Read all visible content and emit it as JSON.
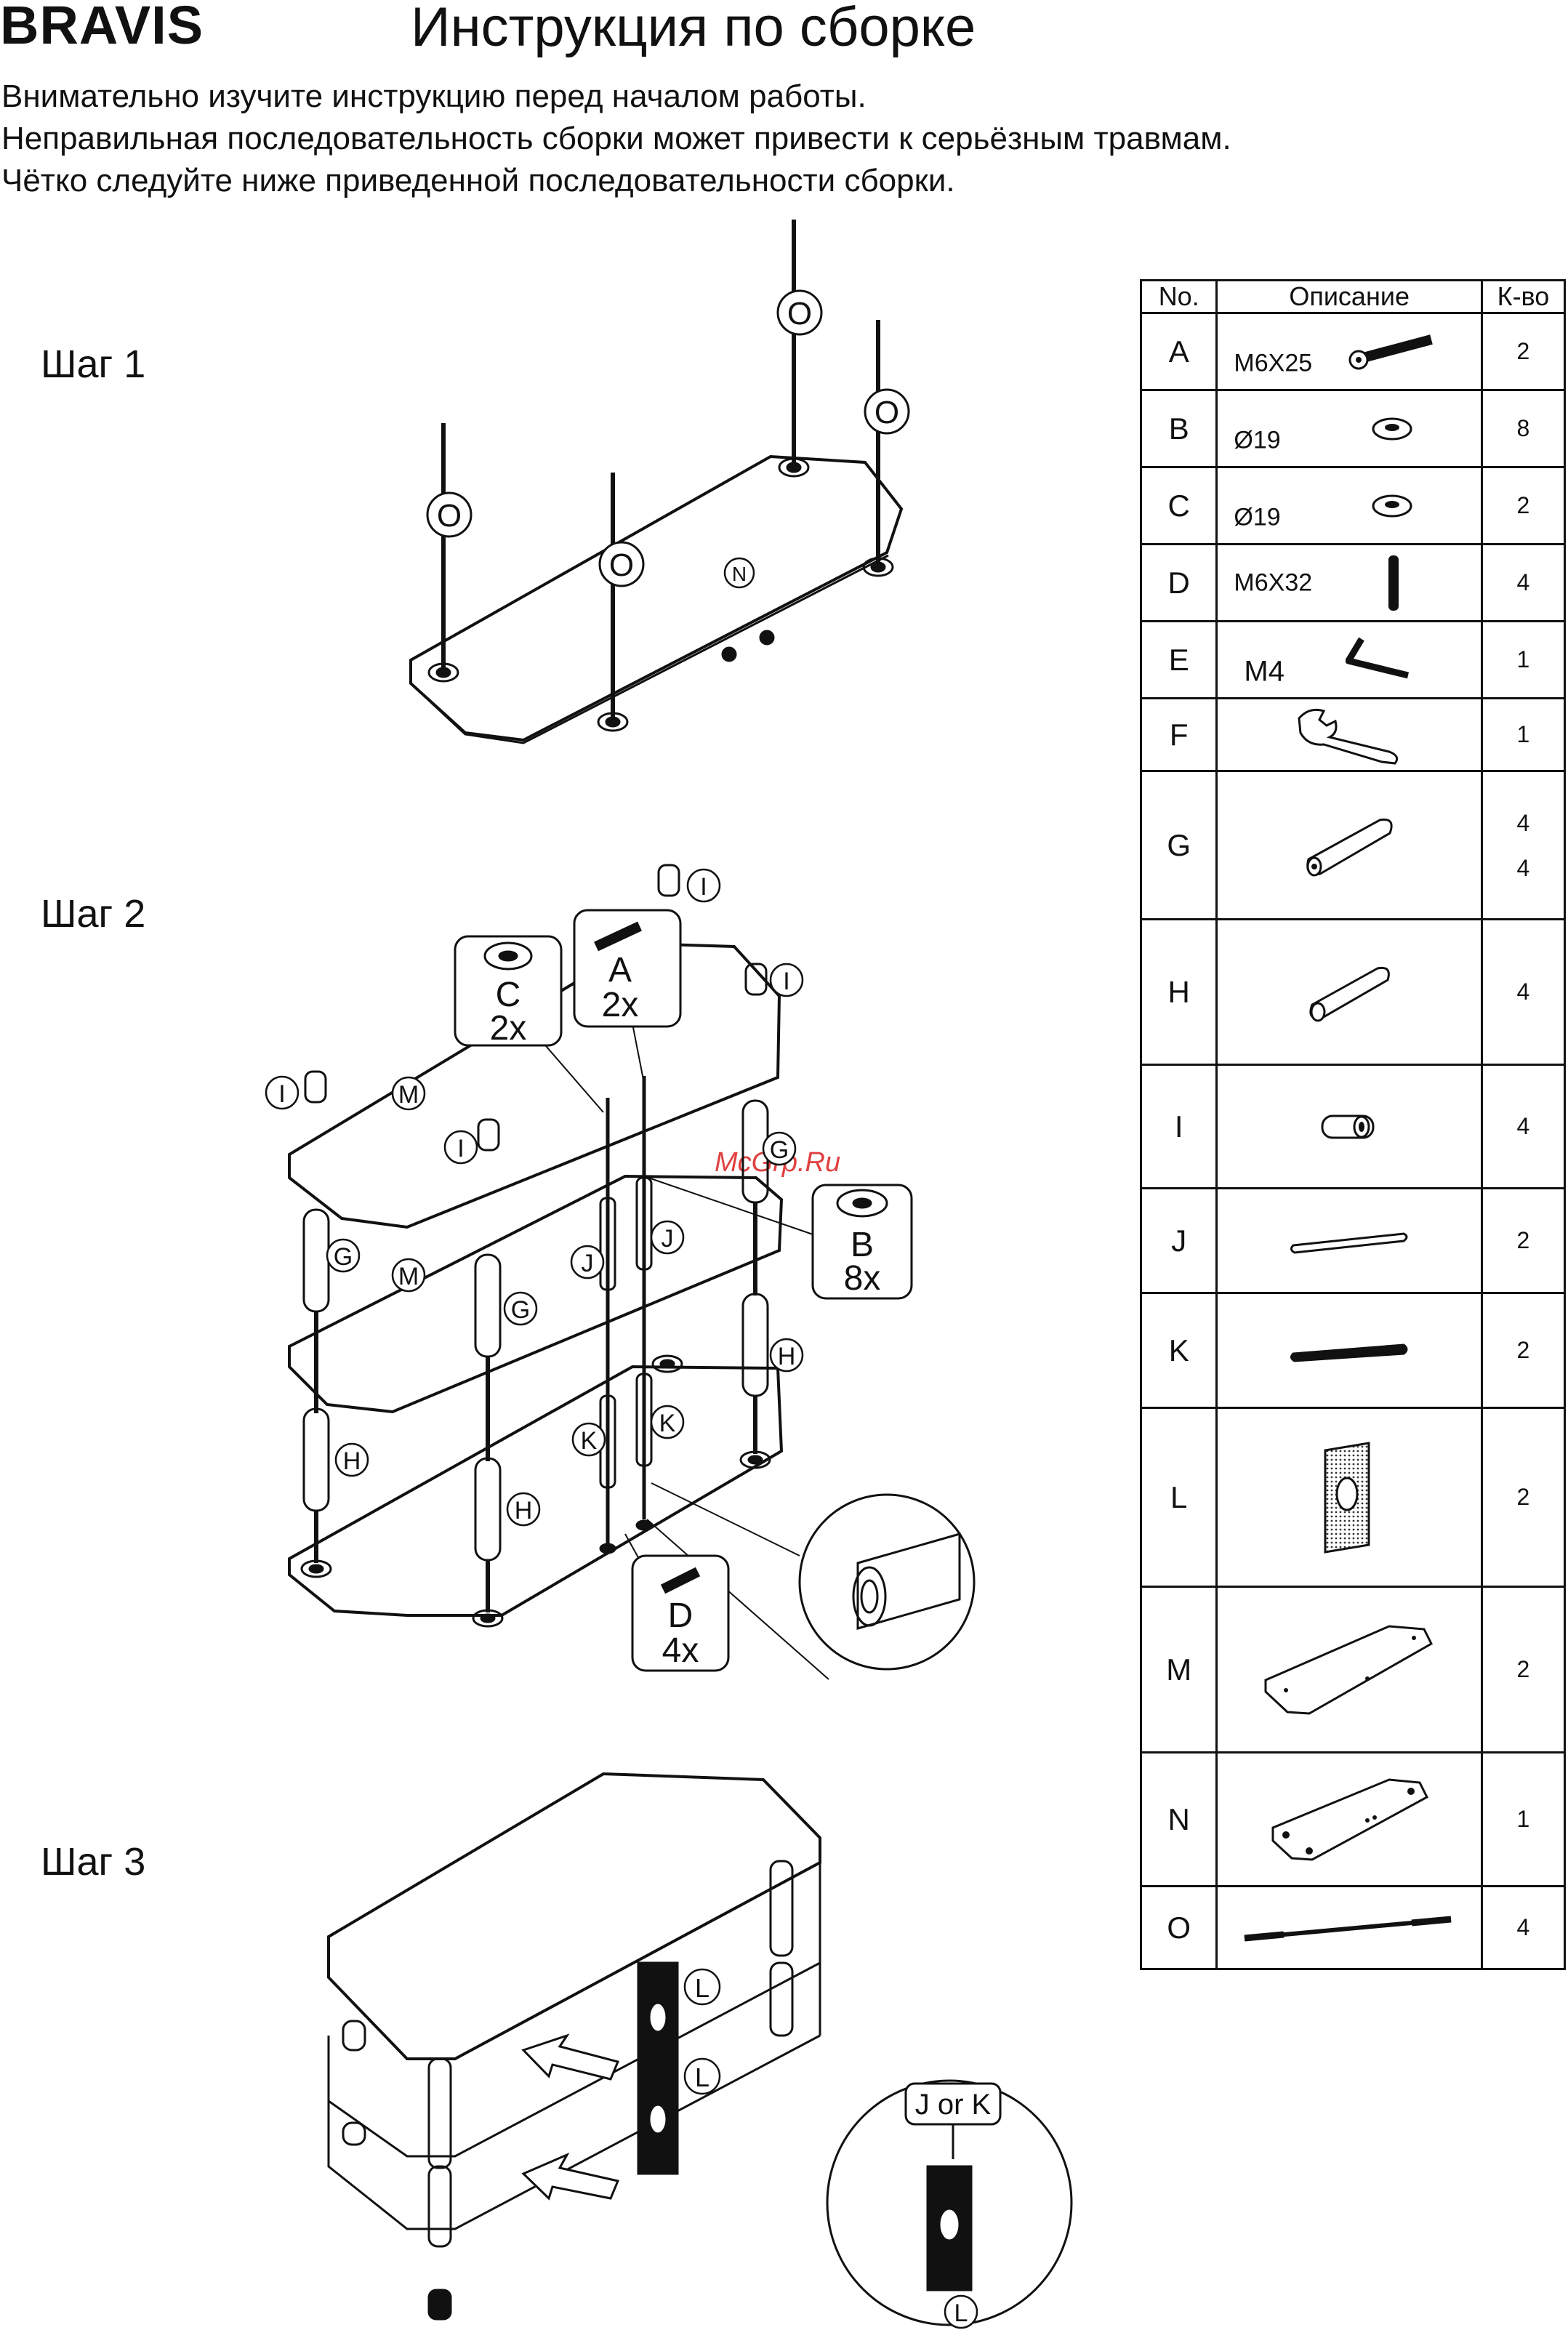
{
  "header": {
    "brand": "BRAVIS",
    "title": "Инструкция по сборке"
  },
  "intro": [
    "Внимательно изучите инструкцию  перед началом работы.",
    "Неправильная последовательность сборки может привести к серьёзным травмам.",
    "Чётко следуйте ниже приведенной последовательности сборки."
  ],
  "steps": {
    "step1": "Шаг 1",
    "step2": "Шаг 2",
    "step3": "Шаг 3"
  },
  "watermark": "McGrp.Ru",
  "callouts": {
    "o": "O",
    "n": "N",
    "i": "I",
    "m": "M",
    "g": "G",
    "h": "H",
    "j": "J",
    "k": "K",
    "l": "L",
    "c": "C",
    "c_qty": "2x",
    "a": "A",
    "a_qty": "2x",
    "b": "B",
    "b_qty": "8x",
    "d": "D",
    "d_qty": "4x",
    "j_or_k": "J or K"
  },
  "parts_table": {
    "headers": {
      "no": "No.",
      "desc": "Описание",
      "qty": "К-во"
    },
    "rows": [
      {
        "no": "A",
        "desc": "M6X25",
        "qty": "2",
        "icon": "bolt-icon"
      },
      {
        "no": "B",
        "desc": "Ø19",
        "qty": "8",
        "icon": "washer-icon"
      },
      {
        "no": "C",
        "desc": "Ø19",
        "qty": "2",
        "icon": "washer-icon"
      },
      {
        "no": "D",
        "desc": "M6X32",
        "qty": "4",
        "icon": "stud-icon"
      },
      {
        "no": "E",
        "desc": "M4",
        "qty": "1",
        "icon": "hex-key-icon"
      },
      {
        "no": "F",
        "desc": "",
        "qty": "1",
        "icon": "wrench-icon"
      },
      {
        "no": "G",
        "desc": "",
        "qty": "4",
        "qty2": "4",
        "icon": "tube-icon"
      },
      {
        "no": "H",
        "desc": "",
        "qty": "4",
        "icon": "tube-icon"
      },
      {
        "no": "I",
        "desc": "",
        "qty": "4",
        "icon": "cap-icon"
      },
      {
        "no": "J",
        "desc": "",
        "qty": "2",
        "icon": "rod-icon"
      },
      {
        "no": "K",
        "desc": "",
        "qty": "2",
        "icon": "rod-icon"
      },
      {
        "no": "L",
        "desc": "",
        "qty": "2",
        "icon": "mesh-panel-icon"
      },
      {
        "no": "M",
        "desc": "",
        "qty": "2",
        "icon": "glass-shelf-icon"
      },
      {
        "no": "N",
        "desc": "",
        "qty": "1",
        "icon": "glass-shelf-icon"
      },
      {
        "no": "O",
        "desc": "",
        "qty": "4",
        "icon": "threaded-rod-icon"
      }
    ]
  }
}
